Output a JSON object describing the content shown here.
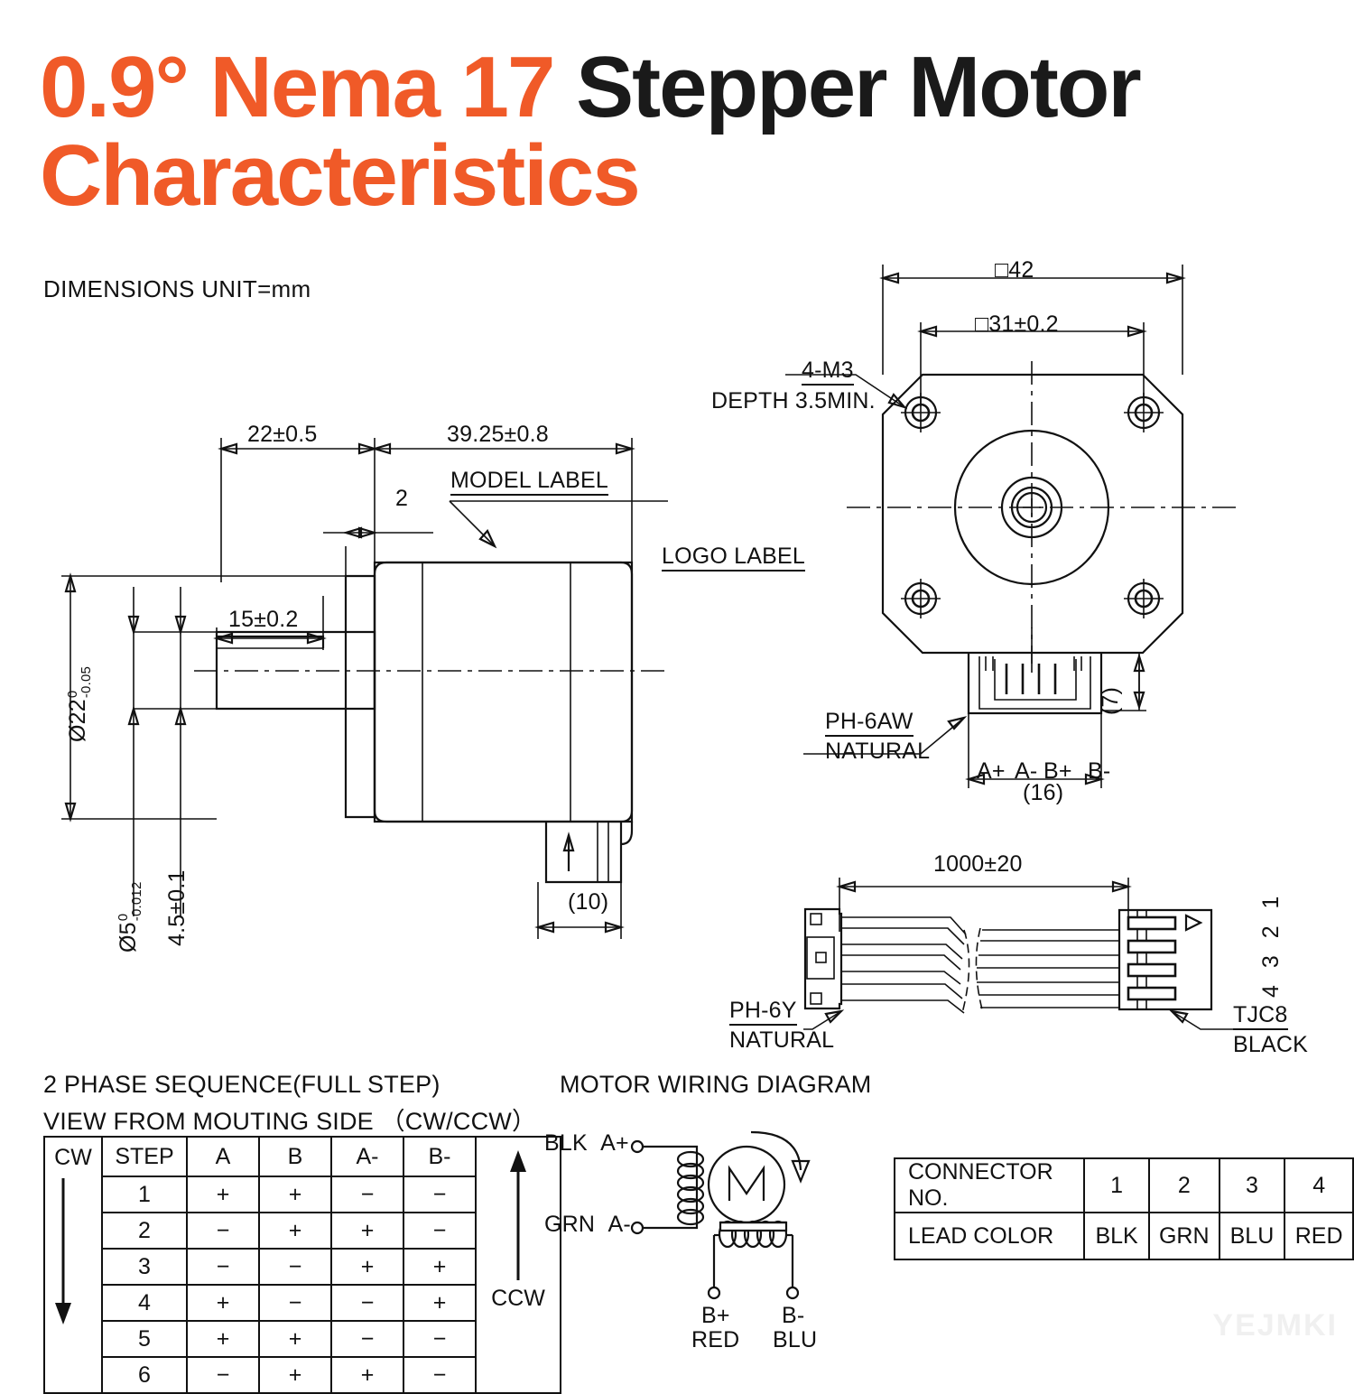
{
  "title": {
    "line1_orange": "0.9° Nema 17 ",
    "line1_black": "Stepper Motor",
    "line2_orange": "Characteristics"
  },
  "colors": {
    "accent_orange": "#F05A28",
    "ink": "#111111",
    "watermark": "#F0F0F0"
  },
  "dimensions_note": "DIMENSIONS UNIT=mm",
  "side_view": {
    "length_shaft": "22±0.5",
    "length_body": "39.25±0.8",
    "flange_thickness": "2",
    "flat_length": "15±0.2",
    "pilot_dia": "Ø22",
    "pilot_tol_up": "0",
    "pilot_tol_lo": "-0.05",
    "shaft_dia": "Ø5",
    "shaft_tol_up": "0",
    "shaft_tol_lo": "-0.012",
    "flat_depth": "4.5±0.1",
    "connector_width": "(10)",
    "model_label": "MODEL LABEL",
    "logo_label": "LOGO LABEL"
  },
  "front_view": {
    "body_square": "□42",
    "hole_pitch": "□31±0.2",
    "hole_spec_line1": "4-M3",
    "hole_spec_line2": "DEPTH 3.5MIN.",
    "connector_name_line1": "PH-6AW",
    "connector_name_line2": "NATURAL",
    "connector_height": "(7)",
    "connector_width": "(16)",
    "pins": [
      "A+",
      "A-",
      "B+",
      "B-"
    ]
  },
  "cable": {
    "length": "1000±20",
    "left_connector_line1": "PH-6Y",
    "left_connector_line2": "NATURAL",
    "right_connector_line1": "TJC8",
    "right_connector_line2": "BLACK",
    "pin_numbers": "4 3 2 1"
  },
  "phase_sequence": {
    "heading_line1": "2 PHASE SEQUENCE(FULL STEP)",
    "heading_line2": "VIEW FROM MOUTING SIDE （CW/CCW）",
    "cw_label": "CW",
    "ccw_label": "CCW",
    "columns": [
      "STEP",
      "A",
      "B",
      "A-",
      "B-"
    ],
    "rows": [
      {
        "step": "1",
        "values": [
          "+",
          "+",
          "−",
          "−"
        ]
      },
      {
        "step": "2",
        "values": [
          "−",
          "+",
          "+",
          "−"
        ]
      },
      {
        "step": "3",
        "values": [
          "−",
          "−",
          "+",
          "+"
        ]
      },
      {
        "step": "4",
        "values": [
          "+",
          "−",
          "−",
          "+"
        ]
      },
      {
        "step": "5",
        "values": [
          "+",
          "+",
          "−",
          "−"
        ]
      },
      {
        "step": "6",
        "values": [
          "−",
          "+",
          "+",
          "−"
        ]
      }
    ]
  },
  "wiring": {
    "heading": "MOTOR WIRING  DIAGRAM",
    "motor_symbol": "M",
    "a_plus_color": "BLK",
    "a_plus": "A+",
    "a_minus_color": "GRN",
    "a_minus": "A-",
    "b_plus": "B+",
    "b_plus_color": "RED",
    "b_minus": "B-",
    "b_minus_color": "BLU"
  },
  "connector_table": {
    "row1_label": "CONNECTOR NO.",
    "row1_values": [
      "1",
      "2",
      "3",
      "4"
    ],
    "row2_label": "LEAD COLOR",
    "row2_values": [
      "BLK",
      "GRN",
      "BLU",
      "RED"
    ]
  },
  "watermark": "YEJMKI"
}
